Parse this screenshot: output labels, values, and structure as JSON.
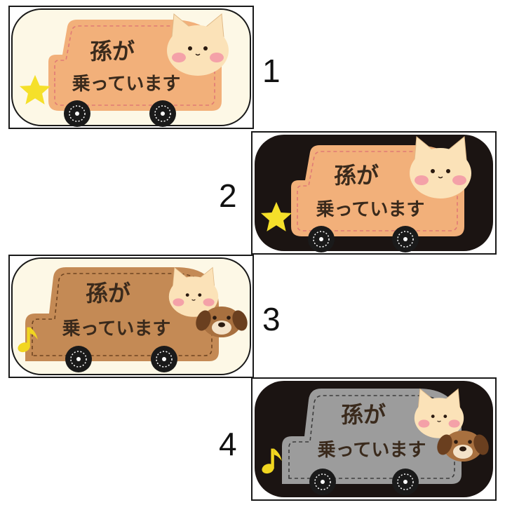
{
  "stickers": [
    {
      "number": "1",
      "line1": "孫が",
      "line2": "乗っています",
      "background": "light",
      "car_color": "#f2b07a",
      "accent": "star",
      "animals": [
        "cat"
      ]
    },
    {
      "number": "2",
      "line1": "孫が",
      "line2": "乗っています",
      "background": "dark",
      "car_color": "#f2b07a",
      "accent": "star",
      "animals": [
        "cat"
      ]
    },
    {
      "number": "3",
      "line1": "孫が",
      "line2": "乗っています",
      "background": "light",
      "car_color": "#c48a55",
      "accent": "music-note",
      "animals": [
        "cat",
        "dog"
      ]
    },
    {
      "number": "4",
      "line1": "孫が",
      "line2": "乗っています",
      "background": "dark",
      "car_color": "#9c9c9c",
      "accent": "music-note",
      "animals": [
        "cat",
        "dog"
      ]
    }
  ],
  "colors": {
    "light_bg": "#fdf8e6",
    "dark_bg": "#1b1412",
    "star": "#f5e02a",
    "note": "#f1d620",
    "text": "#3a2a1c"
  }
}
